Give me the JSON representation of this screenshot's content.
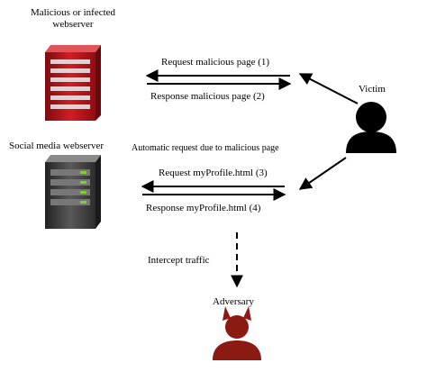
{
  "servers": {
    "malicious_label": "Malicious or infected\nwebserver",
    "social_label": "Social media webserver"
  },
  "top_box": {
    "request": "Request malicious page (1)",
    "response": "Response malicious page (2)"
  },
  "bottom_box": {
    "caption": "Automatic request due to malicious page",
    "request": "Request myProfile.html (3)",
    "response": "Response myProfile.html (4)"
  },
  "victim": {
    "label": "Victim"
  },
  "adversary": {
    "label": "Adversary"
  },
  "intercept": {
    "label": "Intercept traffic"
  },
  "colors": {
    "malicious_server": "#c8161d",
    "social_server": "#4a4a4a",
    "box_fill": "#cfe2f3",
    "adversary": "#8b1a12",
    "victim": "#000000",
    "led": "#7ed321"
  }
}
